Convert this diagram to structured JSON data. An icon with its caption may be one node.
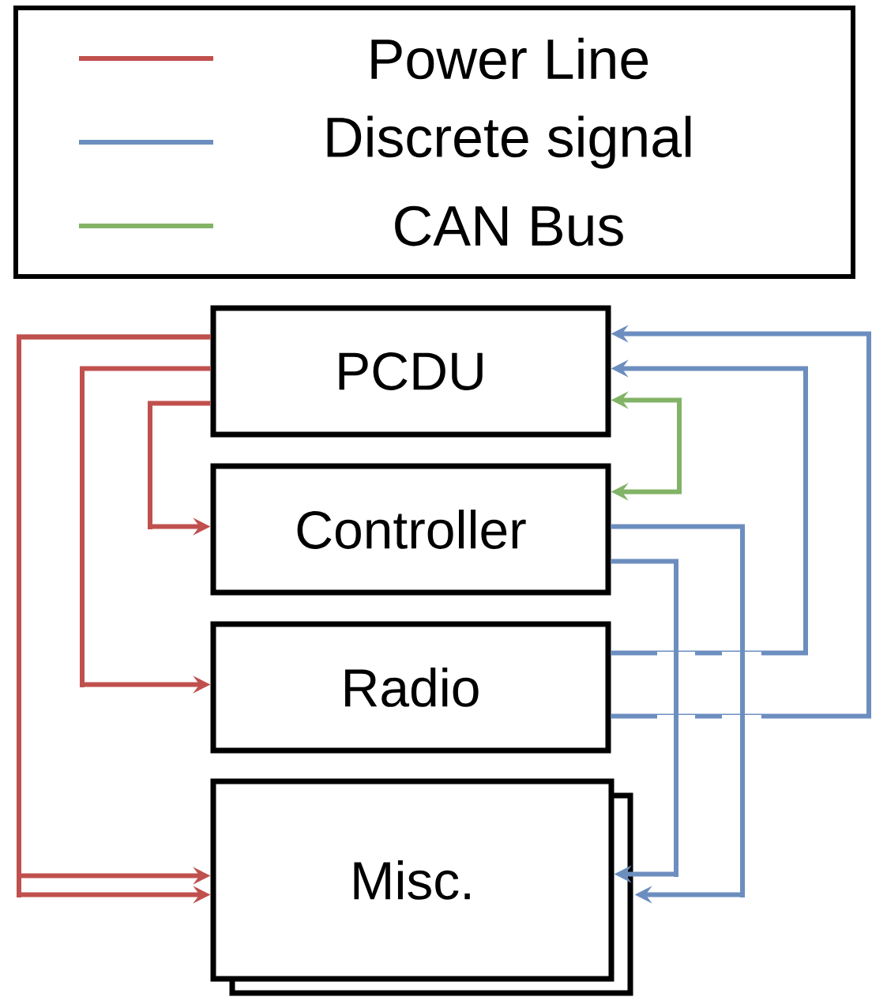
{
  "diagram": {
    "nodes": [
      {
        "text": [
          "PCDU"
        ]
      },
      {
        "text": [
          "Controller"
        ]
      },
      {
        "text": [
          "Radio"
        ]
      },
      {
        "text": [
          "Misc."
        ]
      }
    ],
    "edges": [
      {
        "from": 0,
        "to": 1,
        "arrow": "to",
        "color": "#c0504d"
      },
      {
        "from": 0,
        "to": 2,
        "arrow": "to",
        "color": "#c0504d"
      },
      {
        "from": 0,
        "to": 3,
        "arrow": "to",
        "color": "#c0504d"
      },
      {
        "from": 0,
        "to": 3,
        "arrow": "to",
        "color": "#c0504d"
      },
      {
        "from": 1,
        "to": 0,
        "arrow": "both",
        "color": "#82b366"
      },
      {
        "from": 1,
        "to": 3,
        "arrow": "to",
        "color": "#6c8ebf"
      },
      {
        "from": 1,
        "to": 3,
        "arrow": "to",
        "color": "#6c8ebf"
      },
      {
        "from": 2,
        "to": 0,
        "arrow": "to",
        "color": "#6c8ebf"
      },
      {
        "from": 2,
        "to": 0,
        "arrow": "to",
        "color": "#6c8ebf"
      }
    ],
    "legend": [
      {
        "text": "Power Line"
      },
      {
        "text": "Discrete signal"
      },
      {
        "text": "CAN Bus"
      }
    ]
  }
}
